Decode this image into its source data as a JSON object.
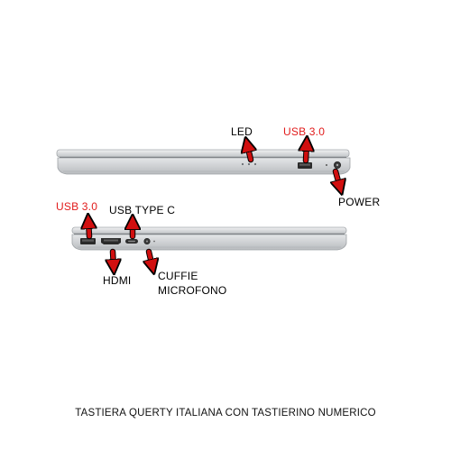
{
  "views": {
    "right_side": {
      "labels": {
        "led": "LED",
        "usb": "USB 3.0",
        "power": "POWER"
      }
    },
    "left_side": {
      "labels": {
        "usb": "USB 3.0",
        "usb_type_c": "USB TYPE C",
        "hdmi": "HDMI",
        "audio_line1": "CUFFIE",
        "audio_line2": "MICROFONO"
      }
    }
  },
  "caption": "TASTIERA QUERTY ITALIANA CON TASTIERINO NUMERICO",
  "colors": {
    "arrow": "#d10f0f",
    "red_label": "#e11b1b",
    "chassis": "#d9dbdd",
    "chassis_edge": "#9ea2a6",
    "port_dark": "#2a2a2a"
  }
}
